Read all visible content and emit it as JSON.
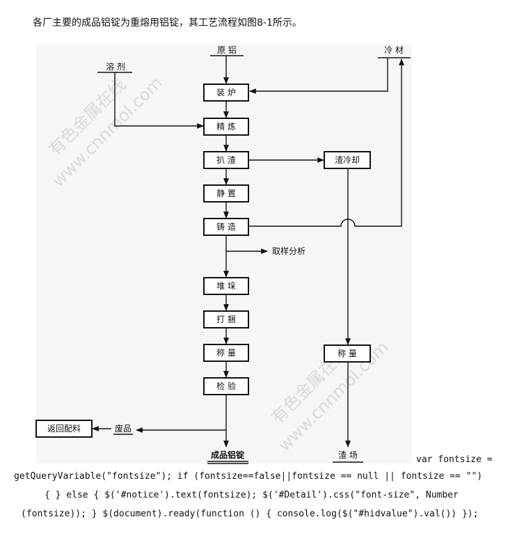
{
  "intro": "各厂主要的成品铝锭为重熔用铝锭，其工艺流程如图8-1所示。",
  "flow": {
    "inputs": {
      "raw": "原 铝",
      "flux": "溶 剂",
      "cold": "冷 材"
    },
    "steps": [
      "装 炉",
      "精 炼",
      "扒 渣",
      "静 置",
      "铸 造",
      "堆 垛",
      "打 捆",
      "称 量",
      "检 验"
    ],
    "slag_cool": "渣冷却",
    "slag_weigh": "称 量",
    "sampling": "取样分析",
    "waste": "废品",
    "return": "返回配料",
    "product": "成品铝锭",
    "slag_yard": "渣 场"
  },
  "watermark": {
    "cn": "有色金属在线",
    "url": "www.cnnmol.com"
  },
  "code": {
    "l1": "var fontsize =",
    "l2": "getQueryVariable(\"fontsize\"); if (fontsize==false||fontsize == null || fontsize == \"\")",
    "l3": "{ } else { $('#notice').text(fontsize); $('#Detail').css(\"font-size\", Number",
    "l4": "(fontsize)); } $(document).ready(function () { console.log($(\"#hidvalue\").val()) });"
  }
}
